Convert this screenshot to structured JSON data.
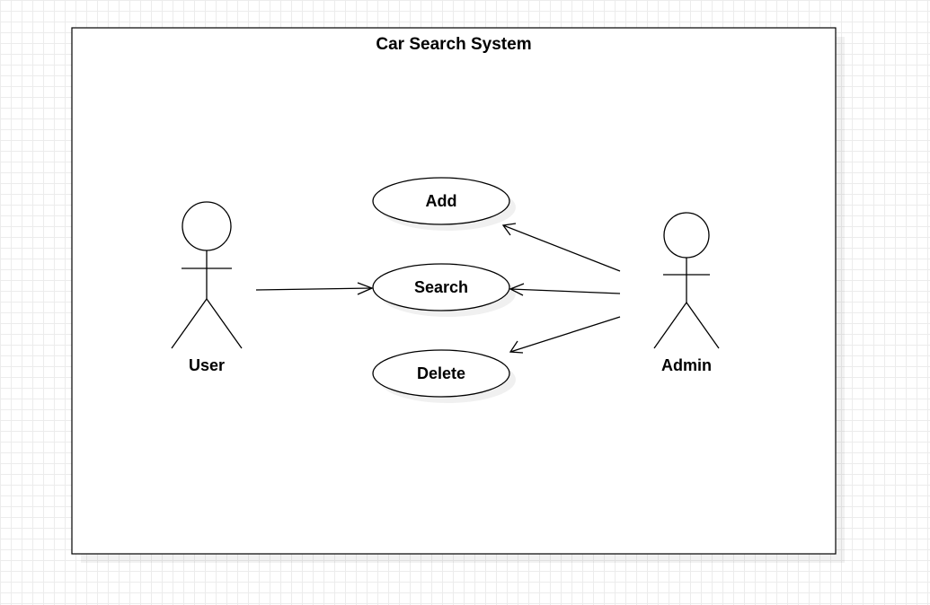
{
  "diagram": {
    "system": {
      "title": "Car Search System"
    },
    "actors": [
      {
        "id": "user",
        "label": "User"
      },
      {
        "id": "admin",
        "label": "Admin"
      }
    ],
    "use_cases": [
      {
        "id": "add",
        "label": "Add"
      },
      {
        "id": "search",
        "label": "Search"
      },
      {
        "id": "delete",
        "label": "Delete"
      }
    ],
    "associations": [
      {
        "from": "user",
        "to": "search"
      },
      {
        "from": "admin",
        "to": "add"
      },
      {
        "from": "admin",
        "to": "search"
      },
      {
        "from": "admin",
        "to": "delete"
      }
    ]
  }
}
